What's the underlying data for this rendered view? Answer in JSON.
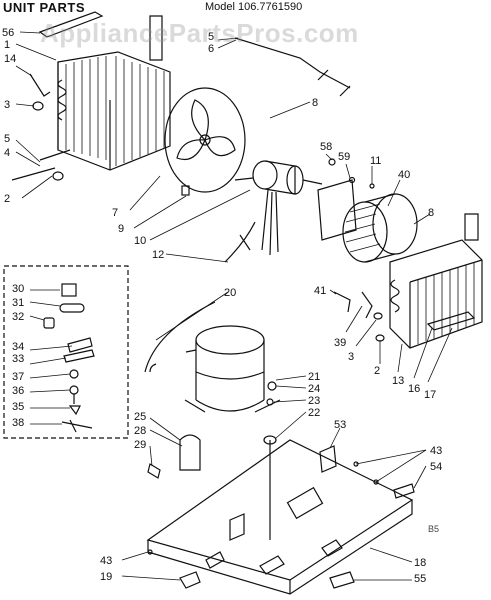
{
  "header": {
    "title": "UNIT PARTS",
    "model": "Model 106.7761590"
  },
  "watermark": "AppliancePartsPros.com",
  "corner_mark": "B5",
  "callouts": [
    {
      "id": "c56",
      "label": "56"
    },
    {
      "id": "c1",
      "label": "1"
    },
    {
      "id": "c14",
      "label": "14"
    },
    {
      "id": "c3a",
      "label": "3"
    },
    {
      "id": "c5a",
      "label": "5"
    },
    {
      "id": "c4",
      "label": "4"
    },
    {
      "id": "c2a",
      "label": "2"
    },
    {
      "id": "c7",
      "label": "7"
    },
    {
      "id": "c9",
      "label": "9"
    },
    {
      "id": "c10",
      "label": "10"
    },
    {
      "id": "c12",
      "label": "12"
    },
    {
      "id": "c8a",
      "label": "8"
    },
    {
      "id": "c5b",
      "label": "5"
    },
    {
      "id": "c6",
      "label": "6"
    },
    {
      "id": "c58",
      "label": "58"
    },
    {
      "id": "c59",
      "label": "59"
    },
    {
      "id": "c11",
      "label": "11"
    },
    {
      "id": "c40",
      "label": "40"
    },
    {
      "id": "c8b",
      "label": "8"
    },
    {
      "id": "c41",
      "label": "41"
    },
    {
      "id": "c39",
      "label": "39"
    },
    {
      "id": "c3b",
      "label": "3"
    },
    {
      "id": "c2b",
      "label": "2"
    },
    {
      "id": "c13",
      "label": "13"
    },
    {
      "id": "c16",
      "label": "16"
    },
    {
      "id": "c17",
      "label": "17"
    },
    {
      "id": "c20",
      "label": "20"
    },
    {
      "id": "c21",
      "label": "21"
    },
    {
      "id": "c24",
      "label": "24"
    },
    {
      "id": "c23",
      "label": "23"
    },
    {
      "id": "c22",
      "label": "22"
    },
    {
      "id": "c53",
      "label": "53"
    },
    {
      "id": "c25",
      "label": "25"
    },
    {
      "id": "c28",
      "label": "28"
    },
    {
      "id": "c29",
      "label": "29"
    },
    {
      "id": "c43a",
      "label": "43"
    },
    {
      "id": "c54",
      "label": "54"
    },
    {
      "id": "c30",
      "label": "30"
    },
    {
      "id": "c31",
      "label": "31"
    },
    {
      "id": "c32",
      "label": "32"
    },
    {
      "id": "c34",
      "label": "34"
    },
    {
      "id": "c33",
      "label": "33"
    },
    {
      "id": "c37",
      "label": "37"
    },
    {
      "id": "c36",
      "label": "36"
    },
    {
      "id": "c35",
      "label": "35"
    },
    {
      "id": "c38",
      "label": "38"
    },
    {
      "id": "c43b",
      "label": "43"
    },
    {
      "id": "c19",
      "label": "19"
    },
    {
      "id": "c18",
      "label": "18"
    },
    {
      "id": "c55",
      "label": "55"
    }
  ]
}
